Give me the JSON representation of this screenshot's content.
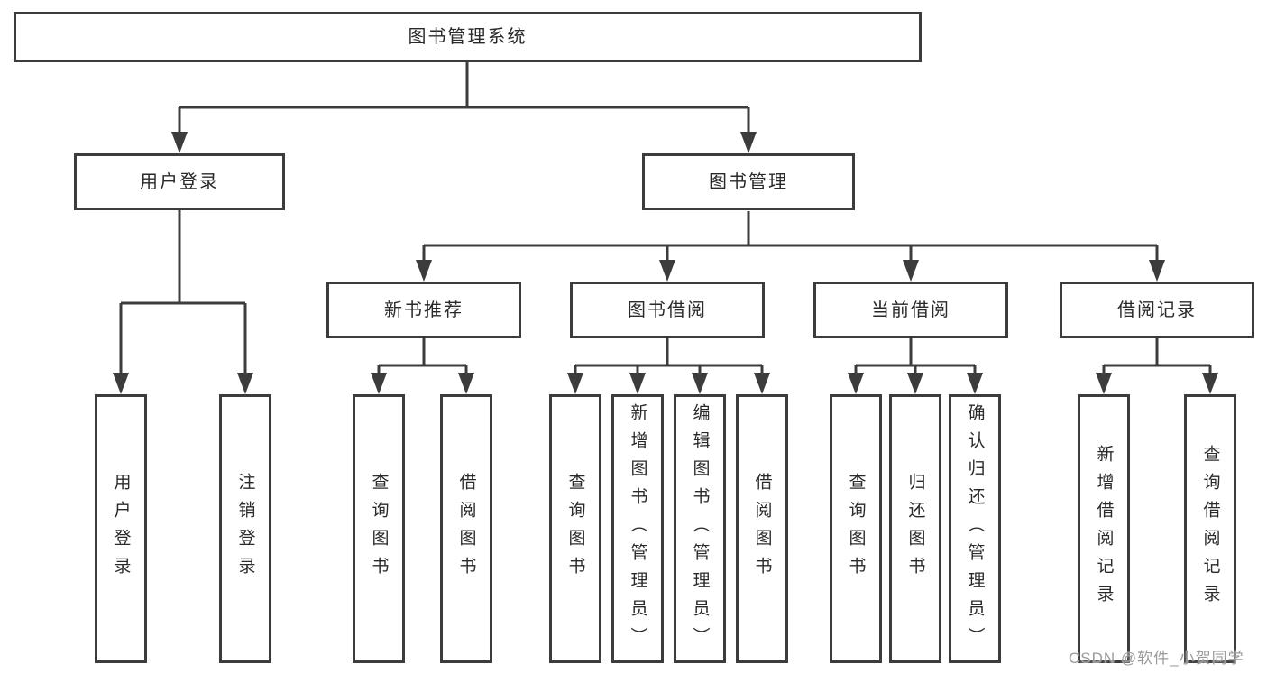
{
  "tree": {
    "root": {
      "label": "图书管理系统"
    },
    "level1": [
      {
        "label": "用户登录"
      },
      {
        "label": "图书管理"
      }
    ],
    "level2": [
      {
        "label": "新书推荐"
      },
      {
        "label": "图书借阅"
      },
      {
        "label": "当前借阅"
      },
      {
        "label": "借阅记录"
      }
    ],
    "leaf_groups": [
      {
        "parent": "用户登录",
        "items": [
          "用户登录",
          "注销登录"
        ]
      },
      {
        "parent": "新书推荐",
        "items": [
          "查询图书",
          "借阅图书"
        ]
      },
      {
        "parent": "图书借阅",
        "items": [
          "查询图书",
          "新增图书（管理员）",
          "编辑图书（管理员）",
          "借阅图书"
        ]
      },
      {
        "parent": "当前借阅",
        "items": [
          "查询图书",
          "归还图书",
          "确认归还（管理员）"
        ]
      },
      {
        "parent": "借阅记录",
        "items": [
          "新增借阅记录",
          "查询借阅记录"
        ]
      }
    ]
  },
  "watermark": {
    "text": "CSDN @软件_小贺同学"
  },
  "colors": {
    "line": "#3c3c3c",
    "text": "#2a2a2a",
    "background": "#ffffff",
    "watermark": "#9b9b9b"
  }
}
